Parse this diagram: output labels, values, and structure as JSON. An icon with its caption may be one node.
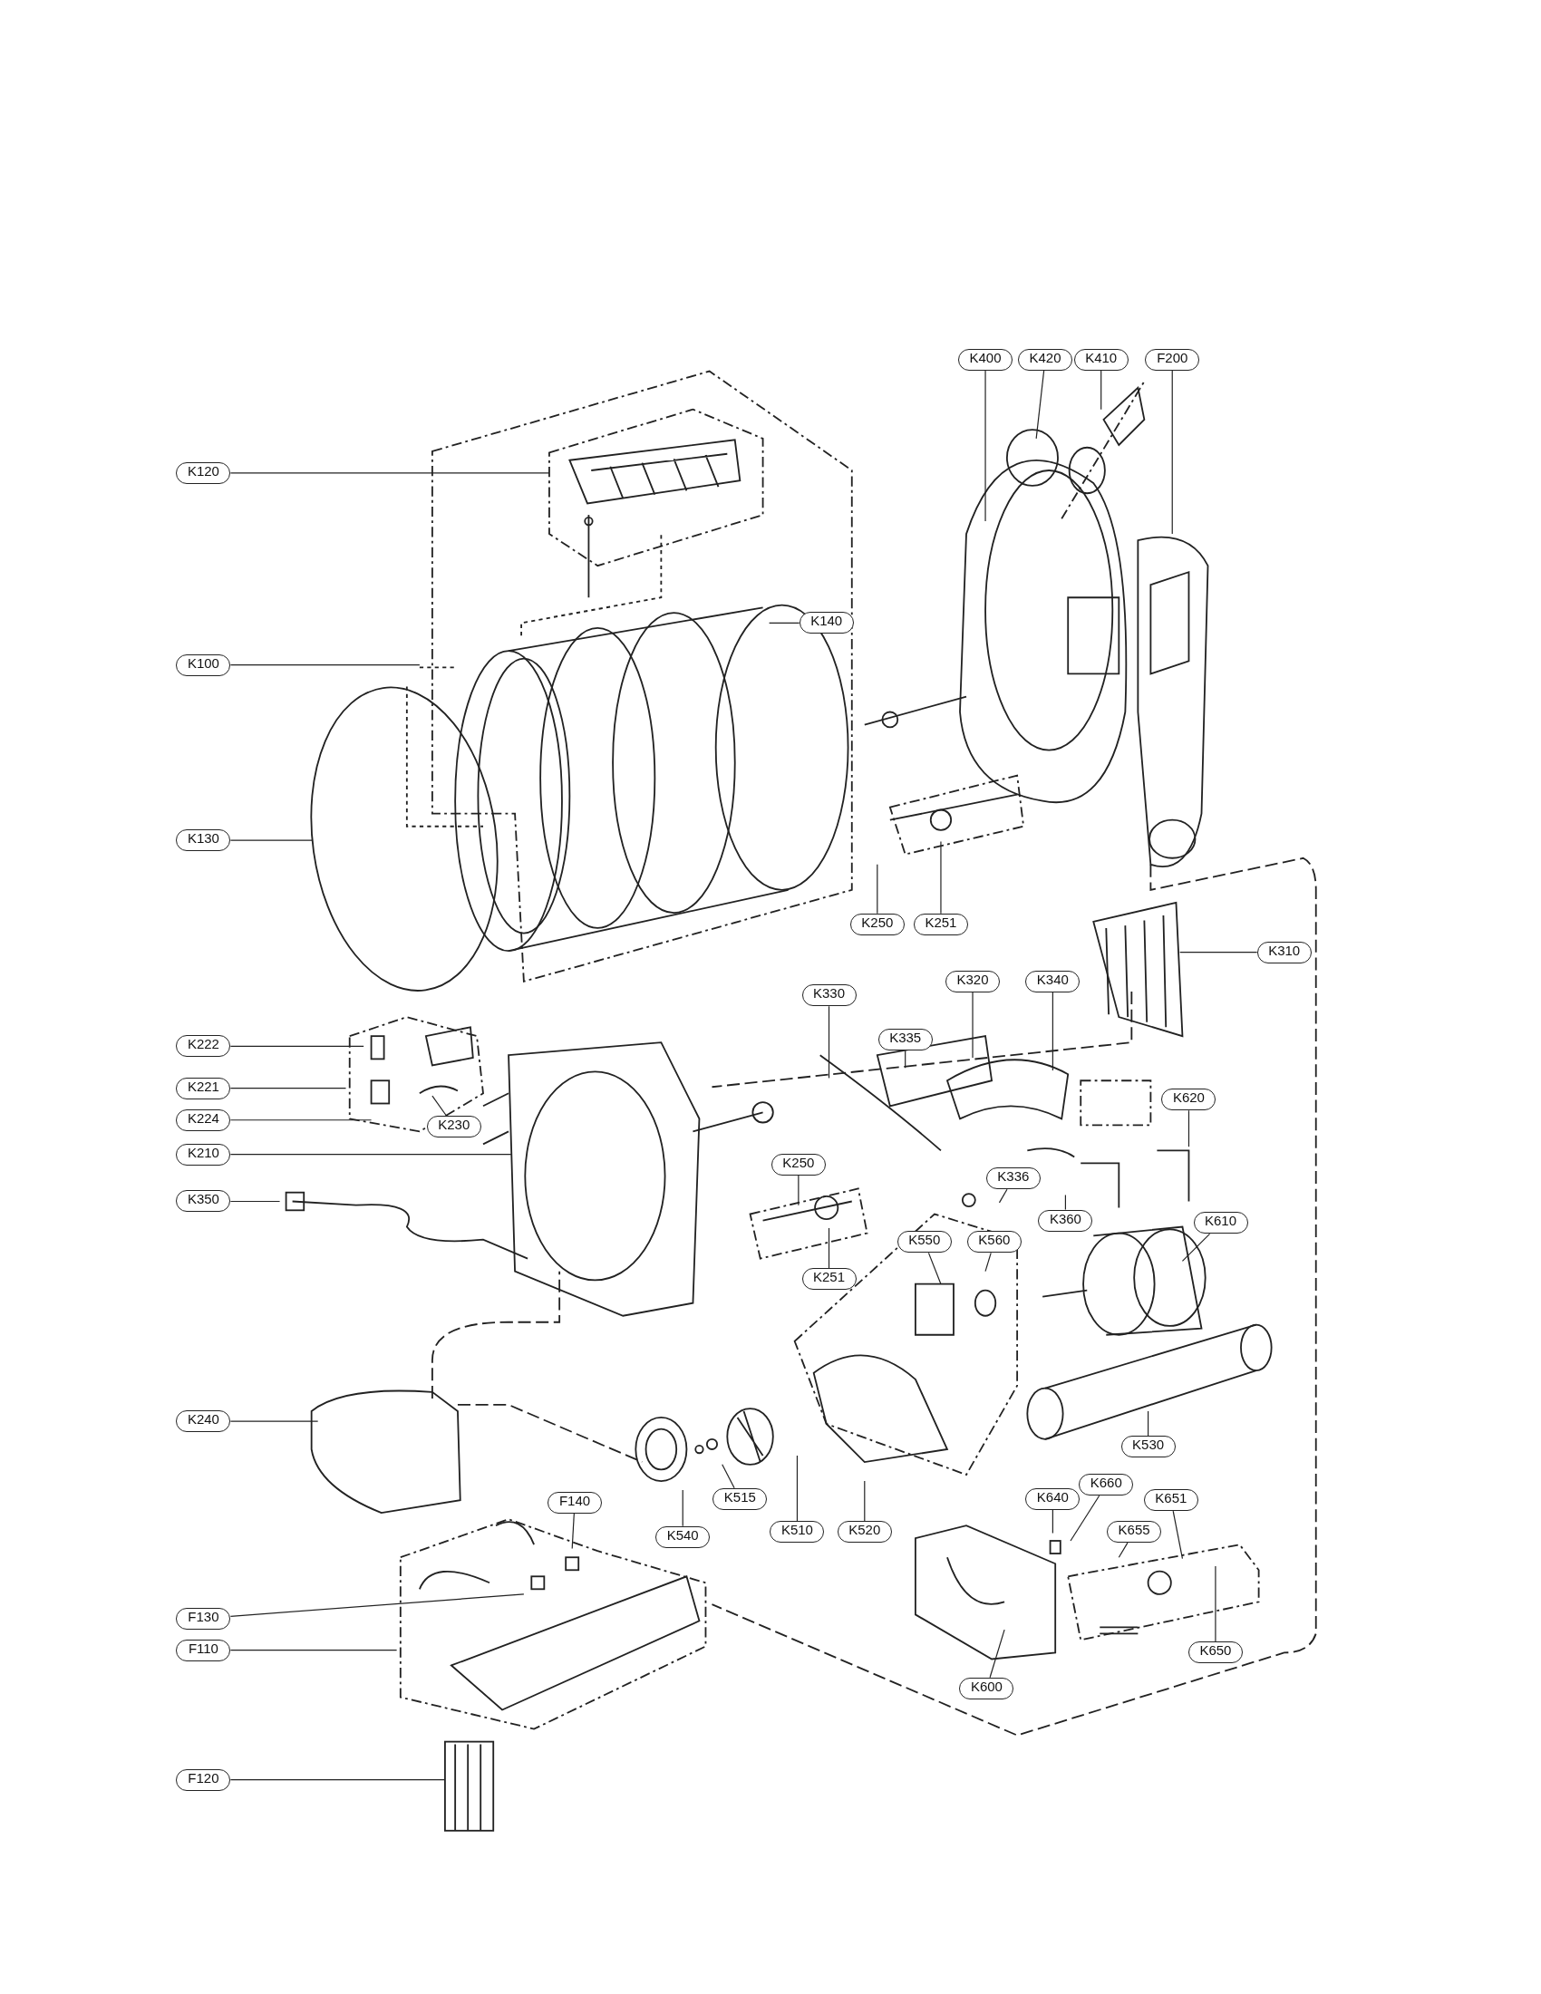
{
  "diagram": {
    "nodes": [
      {
        "text": [
          "K400"
        ]
      },
      {
        "text": [
          "K420"
        ]
      },
      {
        "text": [
          "K410"
        ]
      },
      {
        "text": [
          "F200"
        ]
      },
      {
        "text": [
          "K120"
        ]
      },
      {
        "text": [
          "K140"
        ]
      },
      {
        "text": [
          "K100"
        ]
      },
      {
        "text": [
          "K130"
        ]
      },
      {
        "text": [
          "K250"
        ]
      },
      {
        "text": [
          "K251"
        ]
      },
      {
        "text": [
          "K310"
        ]
      },
      {
        "text": [
          "K320"
        ]
      },
      {
        "text": [
          "K340"
        ]
      },
      {
        "text": [
          "K330"
        ]
      },
      {
        "text": [
          "K335"
        ]
      },
      {
        "text": [
          "K222"
        ]
      },
      {
        "text": [
          "K221"
        ]
      },
      {
        "text": [
          "K620"
        ]
      },
      {
        "text": [
          "K224"
        ]
      },
      {
        "text": [
          "K230"
        ]
      },
      {
        "text": [
          "K210"
        ]
      },
      {
        "text": [
          "K250"
        ]
      },
      {
        "text": [
          "K336"
        ]
      },
      {
        "text": [
          "K350"
        ]
      },
      {
        "text": [
          "K360"
        ]
      },
      {
        "text": [
          "K610"
        ]
      },
      {
        "text": [
          "K550"
        ]
      },
      {
        "text": [
          "K560"
        ]
      },
      {
        "text": [
          "K251"
        ]
      },
      {
        "text": [
          "K240"
        ]
      },
      {
        "text": [
          "K530"
        ]
      },
      {
        "text": [
          "K660"
        ]
      },
      {
        "text": [
          "K515"
        ]
      },
      {
        "text": [
          "K640"
        ]
      },
      {
        "text": [
          "K651"
        ]
      },
      {
        "text": [
          "F140"
        ]
      },
      {
        "text": [
          "K510"
        ]
      },
      {
        "text": [
          "K520"
        ]
      },
      {
        "text": [
          "K655"
        ]
      },
      {
        "text": [
          "K540"
        ]
      },
      {
        "text": [
          "F130"
        ]
      },
      {
        "text": [
          "F110"
        ]
      },
      {
        "text": [
          "K650"
        ]
      },
      {
        "text": [
          "K600"
        ]
      },
      {
        "text": [
          "F120"
        ]
      }
    ],
    "edges": [
      {
        "from": 0,
        "to": null,
        "arrow": "none"
      },
      {
        "from": 1,
        "to": null,
        "arrow": "none"
      },
      {
        "from": 2,
        "to": null,
        "arrow": "none"
      },
      {
        "from": 3,
        "to": null,
        "arrow": "none"
      },
      {
        "from": 4,
        "to": null,
        "arrow": "none"
      },
      {
        "from": 5,
        "to": null,
        "arrow": "none"
      },
      {
        "from": 6,
        "to": null,
        "arrow": "none"
      },
      {
        "from": 7,
        "to": null,
        "arrow": "none"
      },
      {
        "from": 8,
        "to": null,
        "arrow": "none"
      },
      {
        "from": 9,
        "to": null,
        "arrow": "none"
      },
      {
        "from": 10,
        "to": null,
        "arrow": "none"
      },
      {
        "from": 11,
        "to": null,
        "arrow": "none"
      },
      {
        "from": 12,
        "to": null,
        "arrow": "none"
      },
      {
        "from": 13,
        "to": null,
        "arrow": "none"
      },
      {
        "from": 14,
        "to": null,
        "arrow": "none"
      },
      {
        "from": 15,
        "to": null,
        "arrow": "none"
      },
      {
        "from": 16,
        "to": null,
        "arrow": "none"
      },
      {
        "from": 17,
        "to": null,
        "arrow": "none"
      },
      {
        "from": 18,
        "to": null,
        "arrow": "none"
      },
      {
        "from": 19,
        "to": null,
        "arrow": "none"
      },
      {
        "from": 20,
        "to": null,
        "arrow": "none"
      },
      {
        "from": 21,
        "to": null,
        "arrow": "none"
      },
      {
        "from": 22,
        "to": null,
        "arrow": "none"
      },
      {
        "from": 23,
        "to": null,
        "arrow": "none"
      },
      {
        "from": 24,
        "to": null,
        "arrow": "none"
      },
      {
        "from": 25,
        "to": null,
        "arrow": "none"
      },
      {
        "from": 26,
        "to": null,
        "arrow": "none"
      },
      {
        "from": 27,
        "to": null,
        "arrow": "none"
      },
      {
        "from": 28,
        "to": null,
        "arrow": "none"
      },
      {
        "from": 29,
        "to": null,
        "arrow": "none"
      },
      {
        "from": 30,
        "to": null,
        "arrow": "none"
      },
      {
        "from": 31,
        "to": null,
        "arrow": "none"
      },
      {
        "from": 32,
        "to": null,
        "arrow": "none"
      },
      {
        "from": 33,
        "to": null,
        "arrow": "none"
      },
      {
        "from": 34,
        "to": null,
        "arrow": "none"
      },
      {
        "from": 35,
        "to": null,
        "arrow": "none"
      },
      {
        "from": 36,
        "to": null,
        "arrow": "none"
      },
      {
        "from": 37,
        "to": null,
        "arrow": "none"
      },
      {
        "from": 38,
        "to": null,
        "arrow": "none"
      },
      {
        "from": 39,
        "to": null,
        "arrow": "none"
      },
      {
        "from": 40,
        "to": null,
        "arrow": "none"
      },
      {
        "from": 41,
        "to": null,
        "arrow": "none"
      },
      {
        "from": 42,
        "to": null,
        "arrow": "none"
      },
      {
        "from": 43,
        "to": null,
        "arrow": "none"
      },
      {
        "from": 44,
        "to": null,
        "arrow": "none"
      }
    ]
  }
}
